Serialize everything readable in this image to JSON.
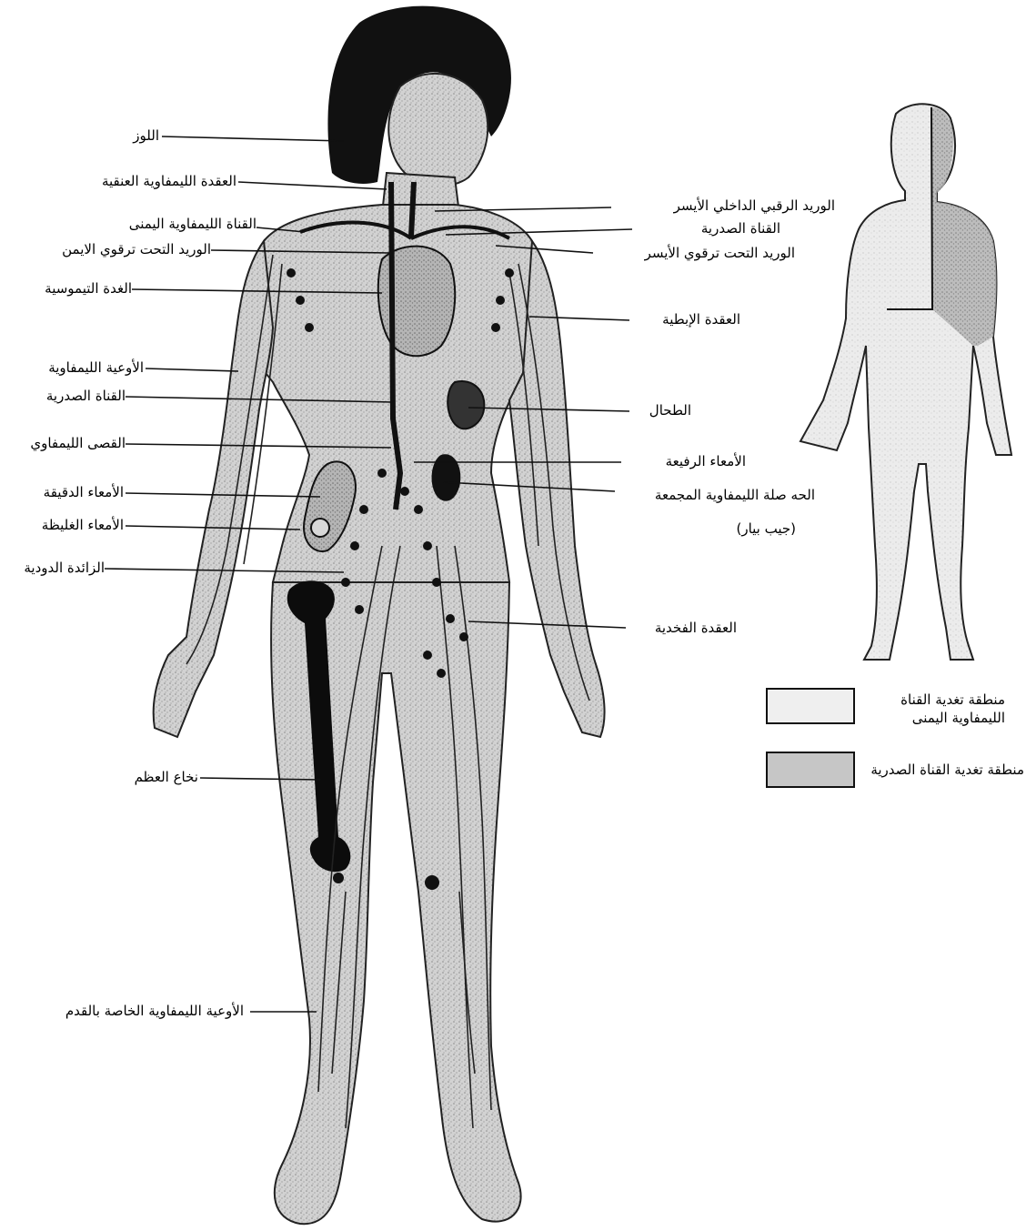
{
  "labels_left": [
    {
      "id": "tonsils",
      "text": "اللوز"
    },
    {
      "id": "cervical-node",
      "text": "العقدة الليمفاوية العنقية"
    },
    {
      "id": "right-lymph-duct",
      "text": "القناة الليمفاوية اليمنى"
    },
    {
      "id": "right-subclavian-vein",
      "text": "الوريد التحت ترقوي الايمن"
    },
    {
      "id": "thymus",
      "text": "الغدة التيموسية"
    },
    {
      "id": "lymph-vessels",
      "text": "الأوعية الليمفاوية"
    },
    {
      "id": "thoracic-duct",
      "text": "القناة الصدرية"
    },
    {
      "id": "cisterna-chyli",
      "text": "القصى الليمفاوي"
    },
    {
      "id": "small-intestine",
      "text": "الأمعاء الدقيقة"
    },
    {
      "id": "large-intestine",
      "text": "الأمعاء الغليظة"
    },
    {
      "id": "appendix",
      "text": "الزائدة الدودية"
    },
    {
      "id": "bone-marrow",
      "text": "نخاع العظم"
    },
    {
      "id": "foot-lymph-vessels",
      "text": "الأوعية الليمفاوية الخاصة بالقدم"
    }
  ],
  "labels_right": [
    {
      "id": "left-internal-jugular",
      "text": "الوريد الرقبي الداخلي الأيسر"
    },
    {
      "id": "thoracic-duct-right",
      "text": "القناة الصدرية"
    },
    {
      "id": "left-subclavian-vein",
      "text": "الوريد التحت ترقوي الأيسر"
    },
    {
      "id": "axillary-node",
      "text": "العقدة الإبطية"
    },
    {
      "id": "spleen",
      "text": "الطحال"
    },
    {
      "id": "small-bowel",
      "text": "الأمعاء الرفيعة"
    },
    {
      "id": "aggregated-lymph-nodules",
      "text": "الحه صلة الليمفاوية المجمعة"
    },
    {
      "id": "peyer-patch",
      "text": "(جيب بيار)"
    },
    {
      "id": "inguinal-node",
      "text": "العقدة الفخدية"
    }
  ],
  "legend": [
    {
      "id": "right-duct-region",
      "lines": [
        "منطقة تغدية القناة",
        "الليمفاوية اليمنى"
      ]
    },
    {
      "id": "thoracic-duct-region",
      "lines": [
        "منطقة تغدية القناة الصدرية"
      ]
    }
  ]
}
